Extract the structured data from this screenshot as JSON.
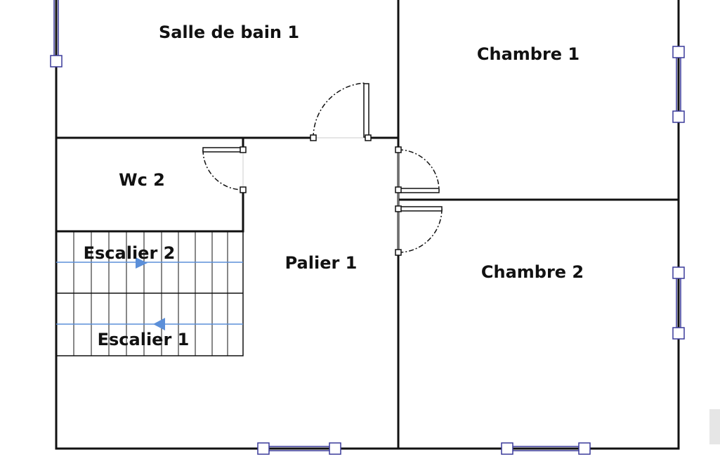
{
  "rooms": {
    "salle_de_bain": "Salle de bain 1",
    "chambre1": "Chambre 1",
    "chambre2": "Chambre 2",
    "wc": "Wc 2",
    "palier": "Palier 1",
    "escalier2": "Escalier 2",
    "escalier1": "Escalier 1"
  },
  "colors": {
    "wall": "#111111",
    "window": "#3a3a9a",
    "stair_arrow": "#5b8fd9",
    "door_arc": "#111111",
    "background": "#ffffff"
  }
}
